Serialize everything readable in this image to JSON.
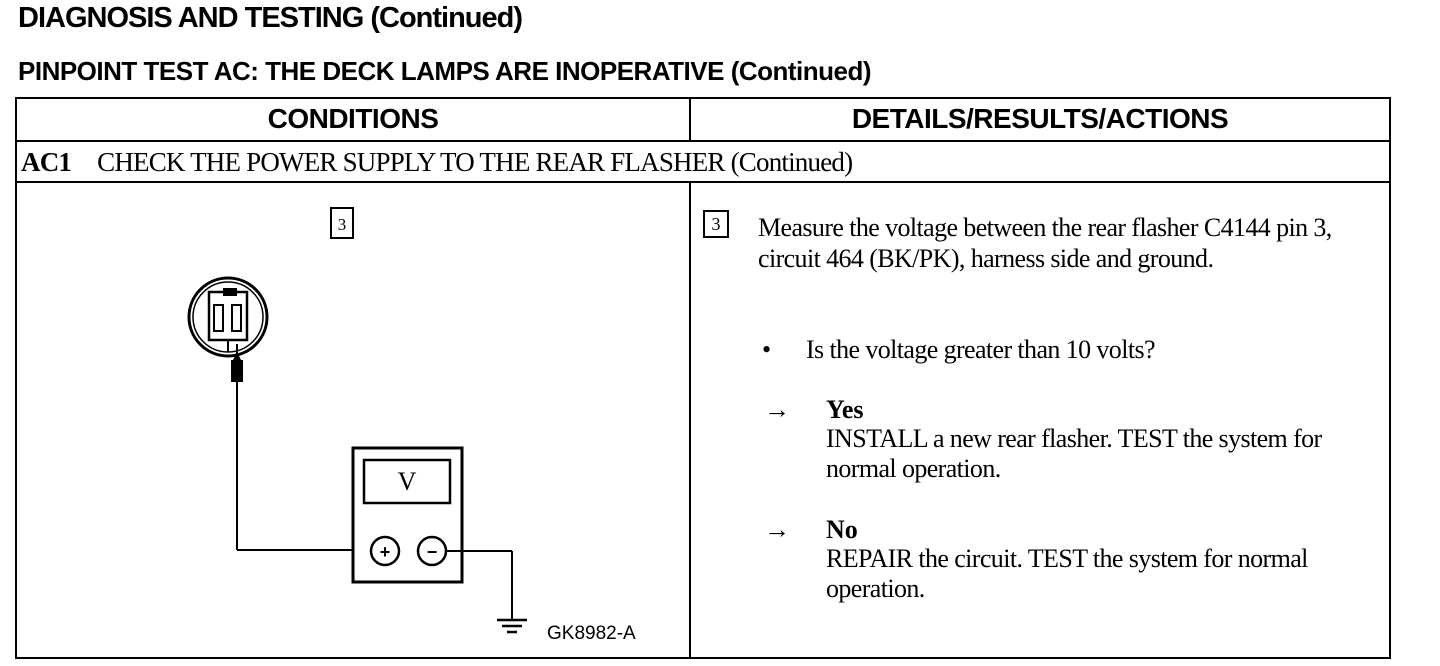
{
  "header": {
    "title": "DIAGNOSIS AND TESTING (Continued)",
    "test_title": "PINPOINT TEST AC: THE DECK LAMPS ARE INOPERATIVE (Continued)"
  },
  "table": {
    "conditions_header": "CONDITIONS",
    "details_header": "DETAILS/RESULTS/ACTIONS",
    "step": {
      "id": "AC1",
      "title": "CHECK THE POWER SUPPLY TO THE REAR FLASHER",
      "suffix": "(Continued)"
    }
  },
  "diagram": {
    "step_number": "3",
    "meter_display": "V",
    "positive_symbol": "+",
    "negative_symbol": "−",
    "figure_code": "GK8982-A"
  },
  "details": {
    "step_number": "3",
    "instruction": "Measure the voltage between the rear flasher C4144 pin 3, circuit 464 (BK/PK), harness side and ground.",
    "bullet": "•",
    "question": "Is the voltage greater than 10 volts?",
    "arrow": "→",
    "yes_label": "Yes",
    "yes_action": "INSTALL a new rear flasher. TEST the system for normal operation.",
    "no_label": "No",
    "no_action": "REPAIR the circuit. TEST the system for normal operation."
  }
}
